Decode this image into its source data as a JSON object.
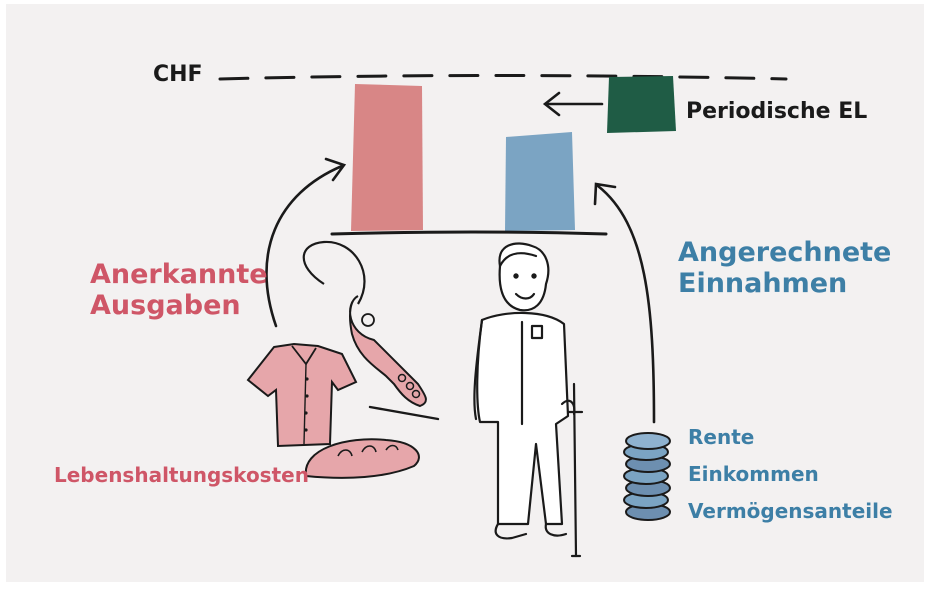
{
  "currency_label": "CHF",
  "periodic_supplement": {
    "label": "Periodische EL",
    "color": "#1f5c45"
  },
  "recognized_expenses": {
    "label_line1": "Anerkannte",
    "label_line2": "Ausgaben",
    "color": "#cf5667",
    "bar_color": "#d88686"
  },
  "counted_income": {
    "label_line1": "Angerechnete",
    "label_line2": "Einnahmen",
    "color": "#3d7fa6",
    "bar_color": "#7ba4c3"
  },
  "living_costs_label": "Lebenshaltungskosten",
  "income_sources": [
    "Rente",
    "Einkommen",
    "Vermögensanteile"
  ]
}
